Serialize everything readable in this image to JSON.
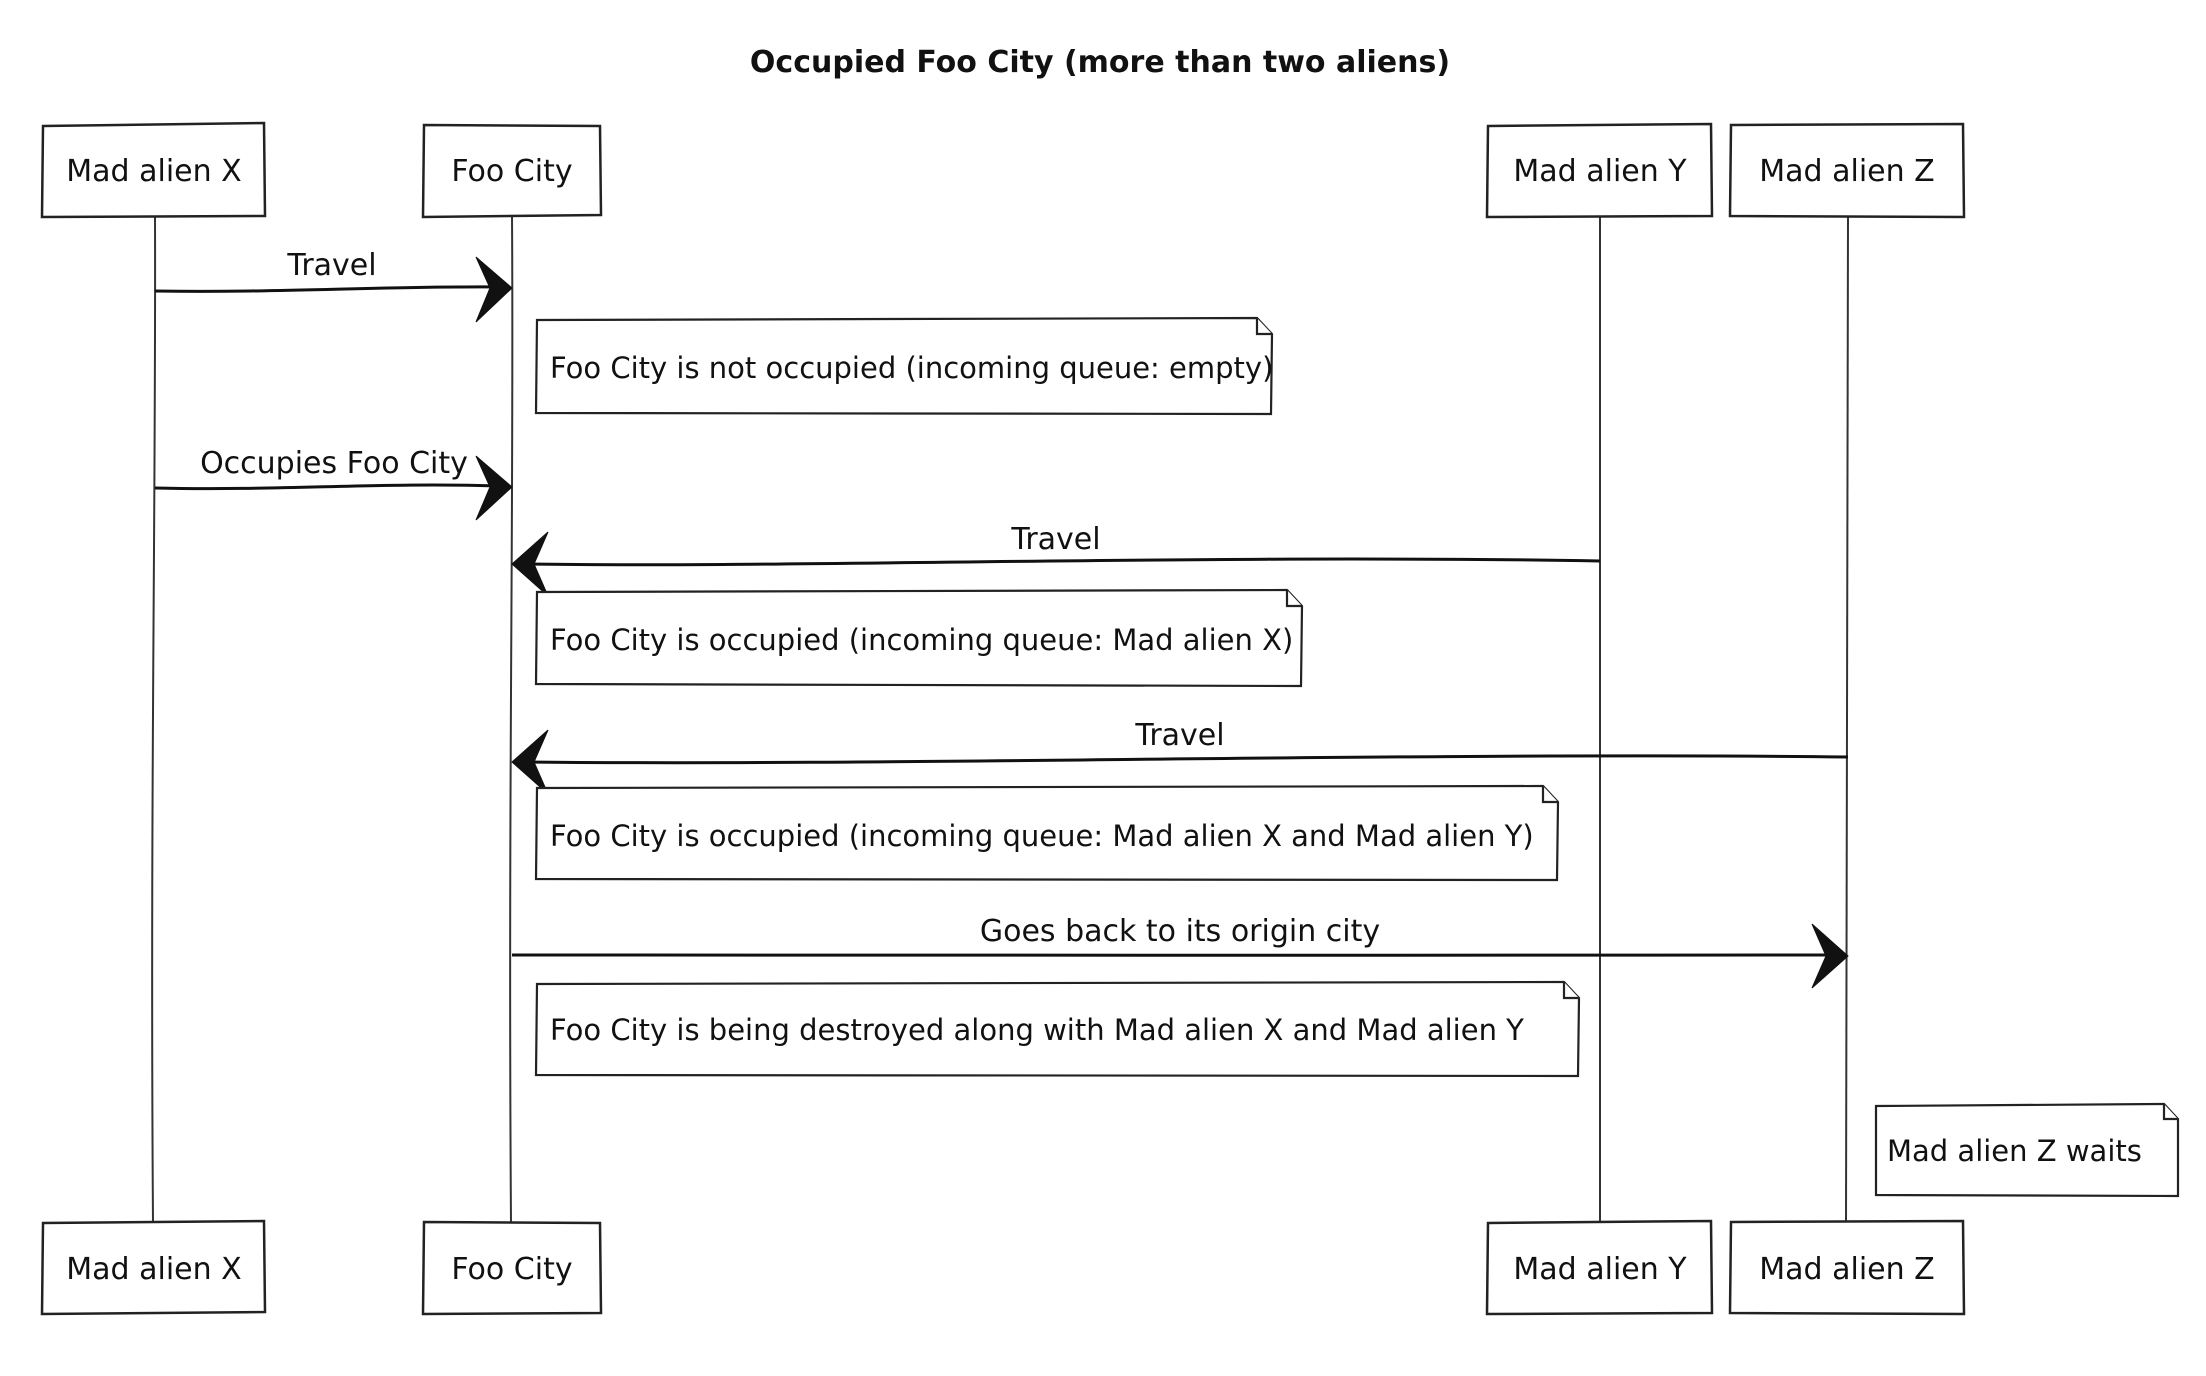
{
  "title": "Occupied Foo City (more than two aliens)",
  "participants": [
    {
      "label": "Mad alien X"
    },
    {
      "label": "Foo City"
    },
    {
      "label": "Mad alien Y"
    },
    {
      "label": "Mad alien Z"
    }
  ],
  "messages": [
    {
      "from": 0,
      "to": 1,
      "label": "Travel"
    },
    {
      "from": 0,
      "to": 1,
      "label": "Occupies Foo City"
    },
    {
      "from": 2,
      "to": 1,
      "label": "Travel"
    },
    {
      "from": 3,
      "to": 1,
      "label": "Travel"
    },
    {
      "from": 1,
      "to": 3,
      "label": "Goes back to its origin city"
    }
  ],
  "notes": [
    {
      "text": "Foo City is not occupied (incoming queue: empty)"
    },
    {
      "text": "Foo City is occupied (incoming queue: Mad alien X)"
    },
    {
      "text": "Foo City is occupied (incoming queue: Mad alien X and Mad alien Y)"
    },
    {
      "text": "Foo City is being destroyed along with Mad alien X and Mad alien Y"
    },
    {
      "text": "Mad alien Z waits"
    }
  ]
}
